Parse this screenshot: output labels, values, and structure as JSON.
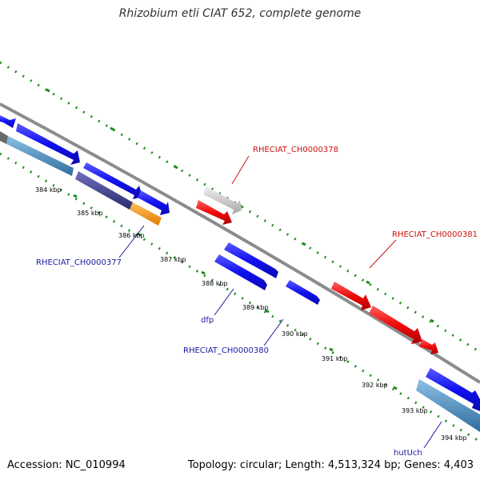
{
  "title": "Rhizobium etli CIAT 652, complete genome",
  "footer": {
    "accession": "Accession: NC_010994",
    "stats": "Topology: circular; Length: 4,513,324 bp; Genes: 4,403"
  },
  "colors": {
    "backbone": "#8c8c8c",
    "forward_cds": "#1414f0",
    "reverse_cds": "#1414f0",
    "forward_rna": "#ee0a0a",
    "pseudogene": "#c8c8c8",
    "operon_dark": "#4a4a9a",
    "operon_teal": "#4f8fc0",
    "operon_orange": "#f59c1a",
    "gc_ticks": "#1e8c1e",
    "label_blue": "#1a1aa0",
    "label_red": "#cc1111"
  },
  "scale_labels": [
    "384 kbp",
    "385 kbp",
    "386 kbp",
    "387 kbp",
    "388 kbp",
    "389 kbp",
    "390 kbp",
    "391 kbp",
    "392 kbp",
    "393 kbp",
    "394 kbp"
  ],
  "gene_labels": {
    "rheciat_ch0000378": "RHECIAT_CH0000378",
    "rheciat_ch0000381": "RHECIAT_CH0000381",
    "rheciat_ch0000377": "RHECIAT_CH0000377",
    "dfp": "dfp",
    "rheciat_ch0000380": "RHECIAT_CH0000380",
    "hutuch": "hutUch"
  }
}
